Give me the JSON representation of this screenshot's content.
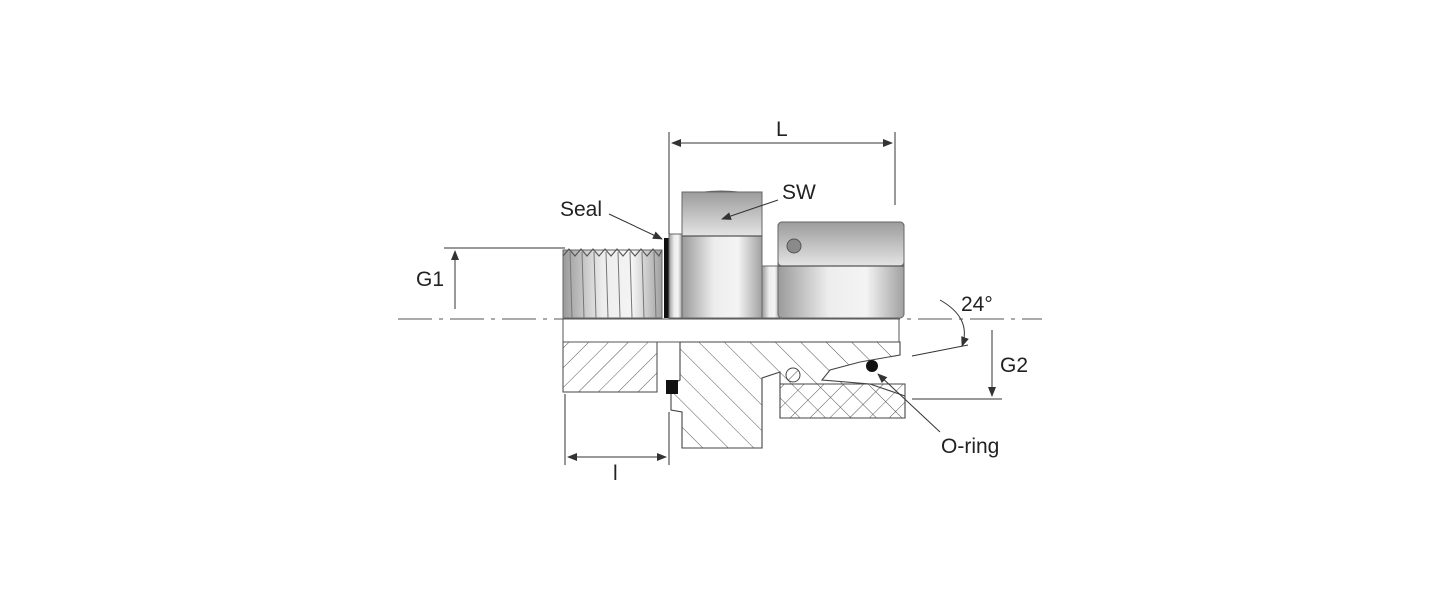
{
  "labels": {
    "length_overall": "L",
    "wrench_size": "SW",
    "seal": "Seal",
    "thread_g1": "G1",
    "angle": "24°",
    "thread_g2": "G2",
    "thread_length": "l",
    "o_ring": "O-ring"
  },
  "colors": {
    "body_dark": "#8f8f8f",
    "body_light": "#f4f4f4",
    "line": "#333333",
    "seal": "#111111"
  }
}
